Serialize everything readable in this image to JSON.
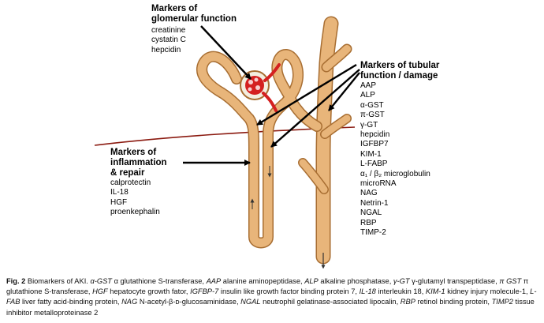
{
  "glomerular": {
    "title_line1": "Markers of",
    "title_line2": "glomerular function",
    "items": [
      "creatinine",
      "cystatin C",
      "hepcidin"
    ]
  },
  "tubular": {
    "title_line1": "Markers of tubular",
    "title_line2": "function / damage",
    "items": [
      "AAP",
      "ALP",
      "α-GST",
      "π-GST",
      "γ-GT",
      "hepcidin",
      "IGFBP7",
      "KIM-1",
      "L-FABP",
      "α₁ / β₂ microglobulin",
      "microRNA",
      "NAG",
      "Netrin-1",
      "NGAL",
      "RBP",
      "TIMP-2"
    ]
  },
  "inflammation": {
    "title_line1": "Markers of",
    "title_line2": "inflammation",
    "title_line3": "& repair",
    "items": [
      "calprotectin",
      "IL-18",
      "HGF",
      "proenkephalin"
    ]
  },
  "caption": {
    "label": "Fig. 2",
    "intro": "Biomarkers of AKI.",
    "entries": [
      {
        "abbr": "α-GST",
        "text": "α glutathione S-transferase,"
      },
      {
        "abbr": "AAP",
        "text": "alanine aminopeptidase,"
      },
      {
        "abbr": "ALP",
        "text": "alkaline phosphatase,"
      },
      {
        "abbr": "γ-GT",
        "text": "γ-glutamyl transpeptidase,"
      },
      {
        "abbr": "π GST",
        "text": "π glutathione S-transferase,"
      },
      {
        "abbr": "HGF",
        "text": "hepatocyte growth fator,"
      },
      {
        "abbr": "IGFBP-7",
        "text": "insulin like growth factor binding protein 7,"
      },
      {
        "abbr": "IL-18",
        "text": "interleukin 18,"
      },
      {
        "abbr": "KIM-1",
        "text": "kidney injury molecule-1,"
      },
      {
        "abbr": "L-FAB",
        "text": "liver fatty acid-binding protein,"
      },
      {
        "abbr": "NAG",
        "text": "N-acetyl-β-ᴅ-glucosaminidase,"
      },
      {
        "abbr": "NGAL",
        "text": "neutrophil gelatinase-associated lipocalin,"
      },
      {
        "abbr": "RBP",
        "text": "retinol binding protein,"
      },
      {
        "abbr": "TIMP2",
        "text": "tissue inhibitor metalloproteinase 2"
      }
    ]
  },
  "colors": {
    "tubule_fill": "#e8b57a",
    "tubule_edge": "#a86e32",
    "glomerulus": "#d42020",
    "capsule": "#f3eedf",
    "corticomedullary_line": "#8b1a10",
    "pointer_arrows": "#000000"
  }
}
